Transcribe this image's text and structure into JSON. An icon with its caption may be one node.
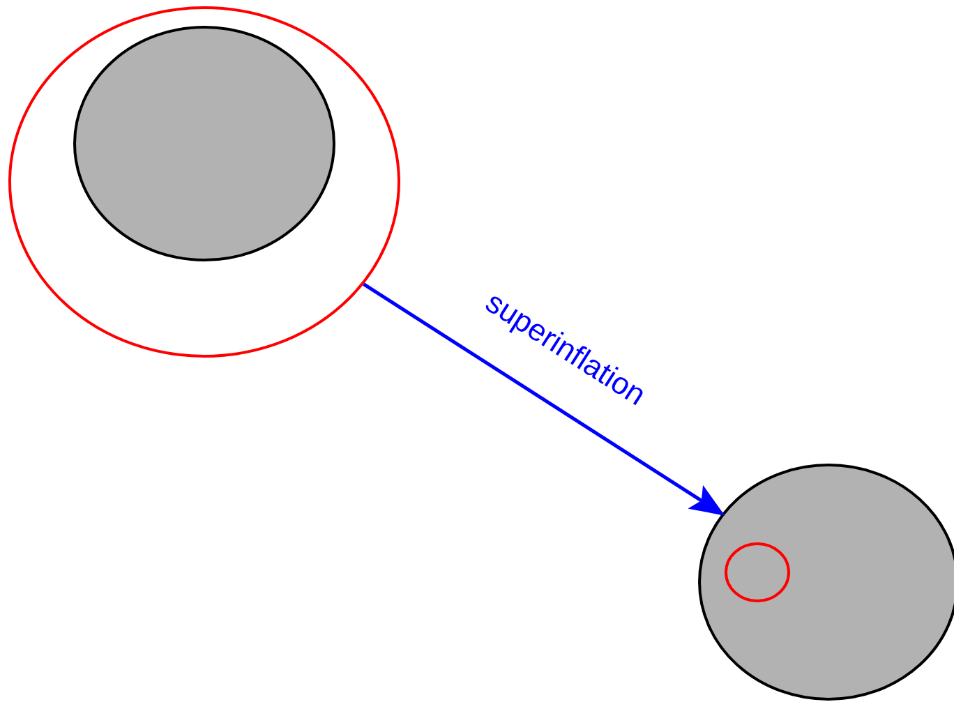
{
  "diagram": {
    "nodes": [
      {
        "text": [],
        "shape": "circle"
      },
      {
        "text": [],
        "shape": "circle",
        "in": 0
      },
      {
        "text": [],
        "shape": "circle"
      },
      {
        "text": [],
        "shape": "circle",
        "in": 2
      }
    ],
    "edges": [
      {
        "from": 0,
        "to": 2,
        "arrow": "to",
        "label": "superinflation",
        "color": "#0000ff"
      }
    ]
  }
}
